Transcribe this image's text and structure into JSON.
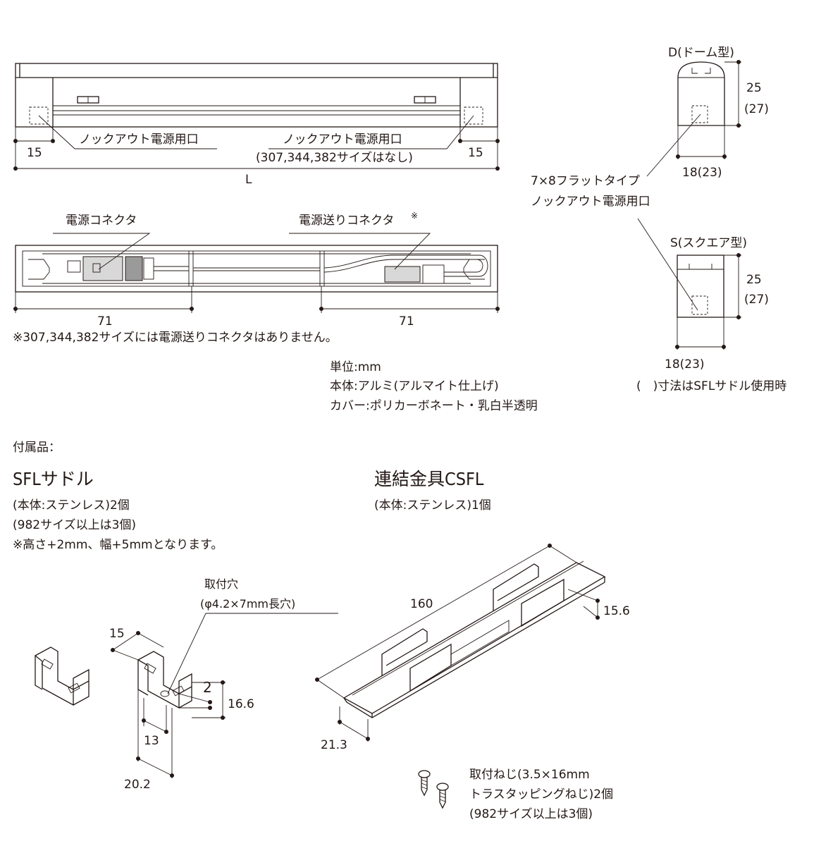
{
  "top_view": {
    "knockout_left": "ノックアウト電源用口",
    "knockout_right": "ノックアウト電源用口",
    "knockout_right_note": "(307,344,382サイズはなし)",
    "dim_left": "15",
    "dim_right": "15",
    "dim_length": "L"
  },
  "inner_view": {
    "power_connector": "電源コネクタ",
    "feed_connector": "電源送りコネクタ",
    "feed_mark": "※",
    "dim_left": "71",
    "dim_right": "71",
    "note": "※307,344,382サイズには電源送りコネクタはありません。"
  },
  "profiles": {
    "dome_title": "D(ドーム型)",
    "dome_height": "25",
    "dome_height_alt": "(27)",
    "dome_width": "18(23)",
    "flat_line1": "7×8フラットタイプ",
    "flat_line2": "ノックアウト電源用口",
    "square_title": "S(スクエア型)",
    "square_height": "25",
    "square_height_alt": "(27)",
    "square_width": "18(23)",
    "paren_note": "(　)寸法はSFLサドル使用時"
  },
  "specs": {
    "unit": "単位:mm",
    "body": "本体:アルミ(アルマイト仕上げ)",
    "cover": "カバー:ポリカーボネート・乳白半透明"
  },
  "accessories": {
    "heading": "付属品：",
    "saddle": {
      "title": "SFLサドル",
      "line1": "(本体:ステンレス)2個",
      "line2": "(982サイズ以上は3個)",
      "line3": "※高さ+2mm、幅+5mmとなります。",
      "hole_label": "取付穴",
      "hole_spec": "(φ4.2×7mm長穴)",
      "dim_15": "15",
      "dim_2": "2",
      "dim_166": "16.6",
      "dim_13": "13",
      "dim_202": "20.2"
    },
    "joint": {
      "title": "連結金具CSFL",
      "line1": "(本体:ステンレス)1個",
      "dim_160": "160",
      "dim_156": "15.6",
      "dim_213": "21.3"
    },
    "screw": {
      "line1": "取付ねじ(3.5×16mm",
      "line2": "トラスタッピングねじ)2個",
      "line3": "(982サイズ以上は3個)"
    }
  }
}
